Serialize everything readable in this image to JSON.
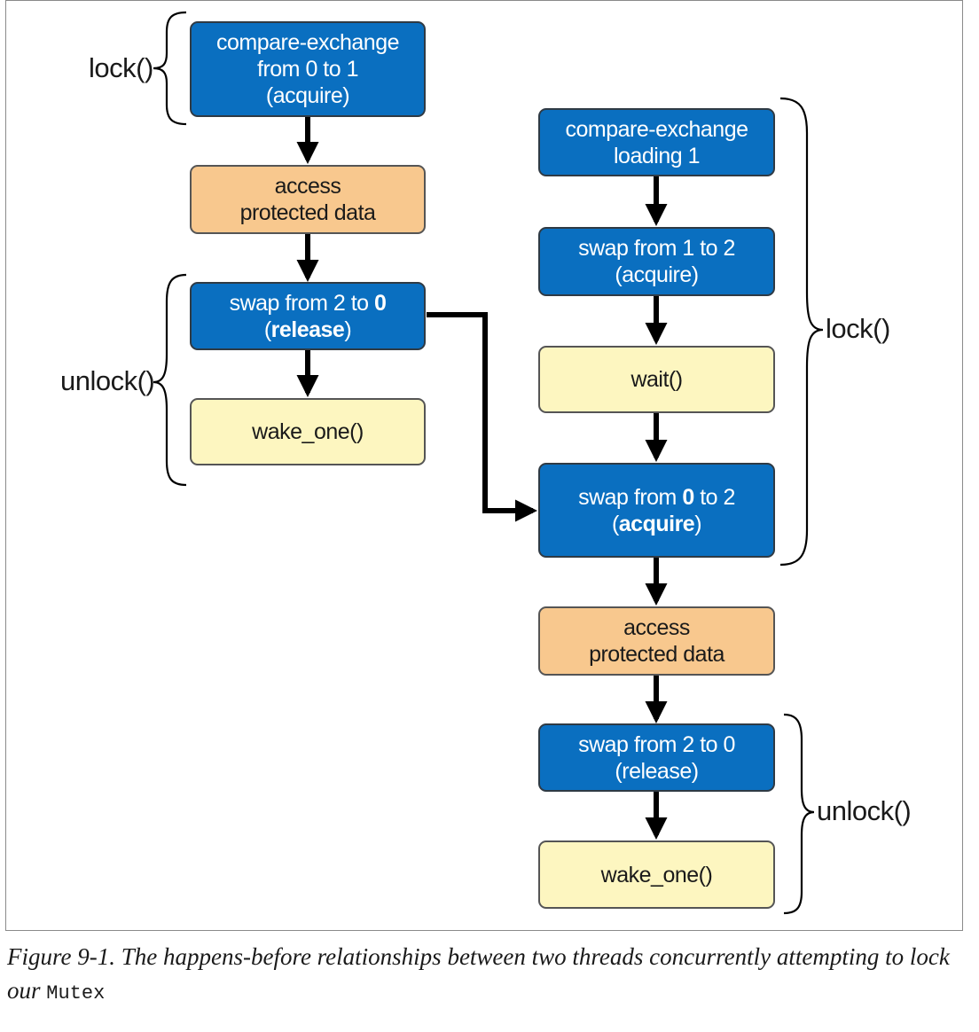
{
  "left_thread": {
    "lock_label": "lock()",
    "unlock_label": "unlock()",
    "box_compare_exchange": [
      "compare-exchange",
      "from 0 to 1",
      "(acquire)"
    ],
    "box_access": [
      "access",
      "protected data"
    ],
    "box_swap_release": {
      "prefix": "swap from 2 to ",
      "bold_value": "0",
      "open": "(",
      "bold_word": "release",
      "close": ")"
    },
    "box_wake_one": "wake_one()"
  },
  "right_thread": {
    "lock_label": "lock()",
    "unlock_label": "unlock()",
    "box_compare_exchange": [
      "compare-exchange",
      "loading 1"
    ],
    "box_swap_acquire_1": [
      "swap from 1 to 2",
      "(acquire)"
    ],
    "box_wait": "wait()",
    "box_swap_acquire_2": {
      "prefix": "swap from ",
      "bold_value": "0",
      "suffix": " to 2",
      "open": "(",
      "bold_word": "acquire",
      "close": ")"
    },
    "box_access": [
      "access",
      "protected data"
    ],
    "box_swap_release": [
      "swap from 2 to 0",
      "(release)"
    ],
    "box_wake_one": "wake_one()"
  },
  "colors": {
    "atomic_op": "#0a6fc0",
    "data_access": "#f8c88e",
    "syscall": "#fdf6c0",
    "arrow": "#000000"
  },
  "caption": {
    "text": "Figure 9-1. The happens-before relationships between two threads concurrently attempting to lock our ",
    "code": "Mutex"
  }
}
